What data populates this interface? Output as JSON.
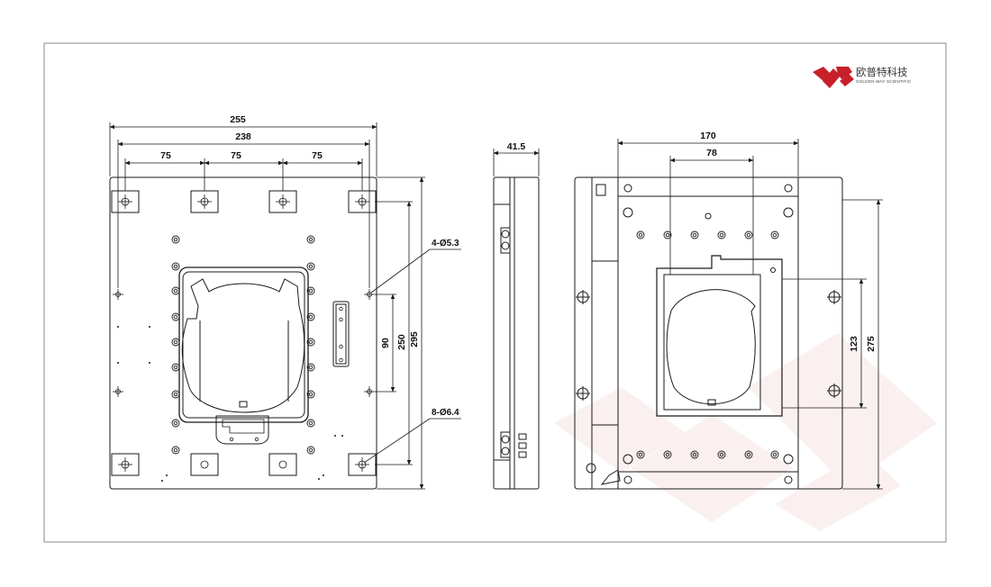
{
  "logo": {
    "name_cn": "欧普特科技",
    "name_en": "GOLDEN WAY SCIENTIFIC",
    "color": "#c8202a"
  },
  "front_view": {
    "dim_total_width": "255",
    "dim_hole_span": "238",
    "dim_pitch_1": "75",
    "dim_pitch_2": "75",
    "dim_pitch_3": "75",
    "dim_v_90": "90",
    "dim_v_250": "250",
    "dim_v_295": "295",
    "note_holes_small": "4-Ø5.3",
    "note_holes_large": "8-Ø6.4"
  },
  "side_view": {
    "dim_thickness": "41.5"
  },
  "rear_view": {
    "dim_width_170": "170",
    "dim_width_78": "78",
    "dim_v_123": "123",
    "dim_v_275": "275"
  },
  "colors": {
    "line": "#1a1a1a",
    "frame": "#8a8a8a",
    "watermark": "#f3dede"
  }
}
